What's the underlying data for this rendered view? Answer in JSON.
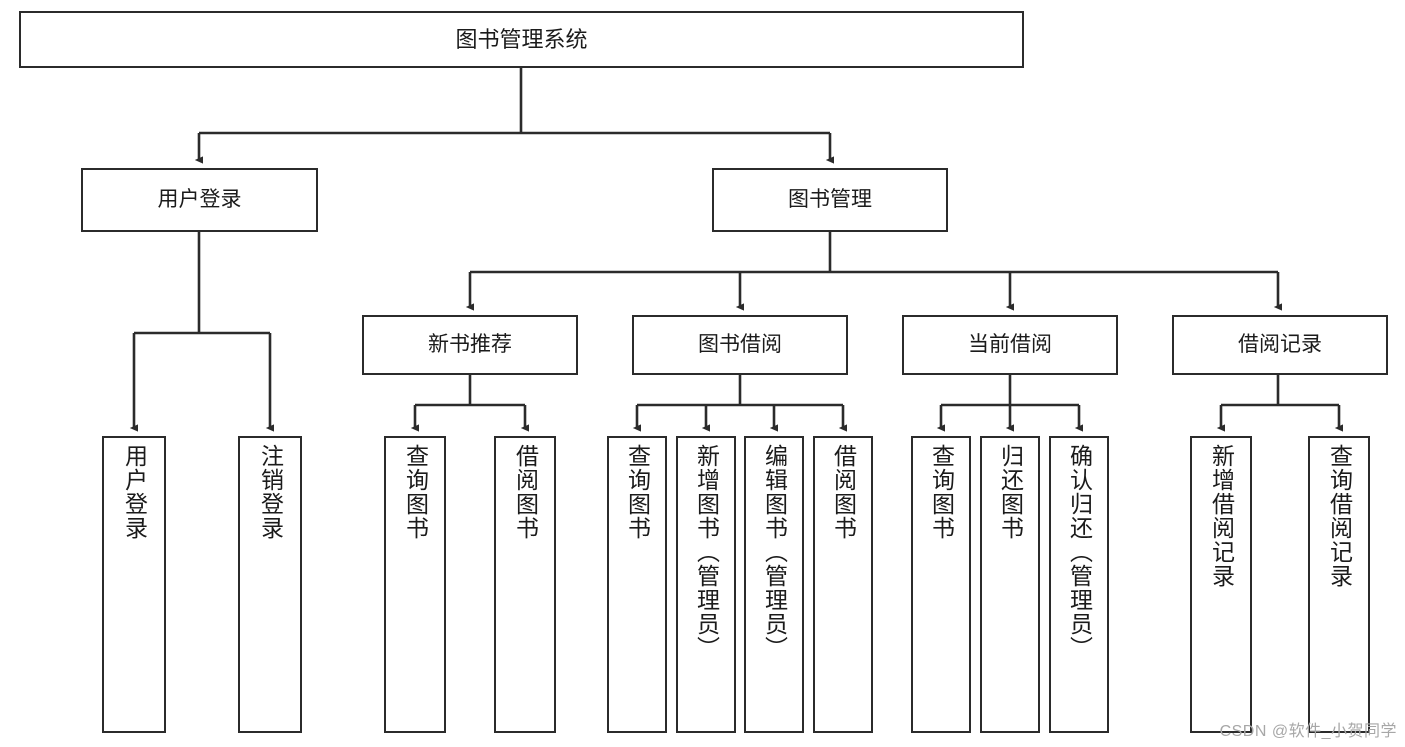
{
  "diagram": {
    "title": "图书管理系统",
    "type": "hierarchy-tree",
    "watermark": "CSDN @软件_小贺同学",
    "colors": {
      "box_border": "#2b2b2b",
      "box_fill": "#ffffff",
      "connector": "#2b2b2b",
      "text": "#1b1b1b",
      "watermark": "#a7a7a7"
    },
    "root": {
      "label": "图书管理系统"
    },
    "level2": [
      {
        "label": "用户登录"
      },
      {
        "label": "图书管理"
      }
    ],
    "level3": [
      {
        "label": "新书推荐"
      },
      {
        "label": "图书借阅"
      },
      {
        "label": "当前借阅"
      },
      {
        "label": "借阅记录"
      }
    ],
    "leaves_user_login": [
      {
        "label": "用户登录"
      },
      {
        "label": "注销登录"
      }
    ],
    "leaves_new_book": [
      {
        "label": "查询图书"
      },
      {
        "label": "借阅图书"
      }
    ],
    "leaves_borrow": [
      {
        "label": "查询图书"
      },
      {
        "label": "新增图书（管理员）"
      },
      {
        "label": "编辑图书（管理员）"
      },
      {
        "label": "借阅图书"
      }
    ],
    "leaves_current": [
      {
        "label": "查询图书"
      },
      {
        "label": "归还图书"
      },
      {
        "label": "确认归还（管理员）"
      }
    ],
    "leaves_records": [
      {
        "label": "新增借阅记录"
      },
      {
        "label": "查询借阅记录"
      }
    ]
  }
}
